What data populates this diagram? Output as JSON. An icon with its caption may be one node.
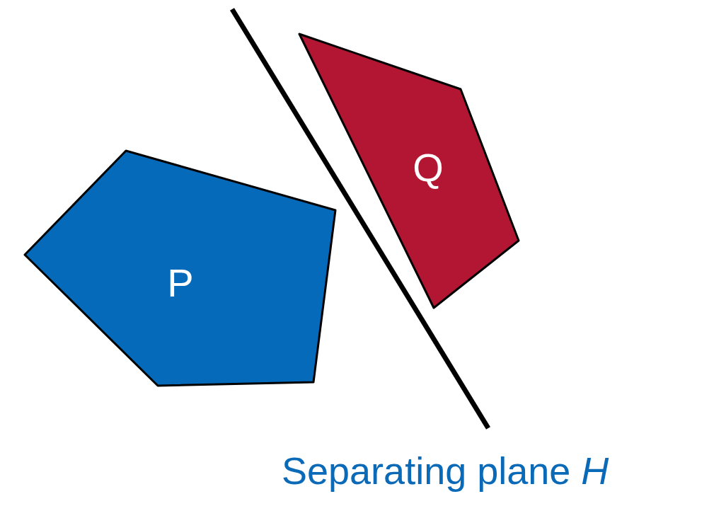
{
  "diagram": {
    "nodes": [
      {
        "text": [
          "P"
        ]
      },
      {
        "text": [
          "Q"
        ]
      }
    ],
    "labels": [
      "Separating plane *H*"
    ]
  }
}
